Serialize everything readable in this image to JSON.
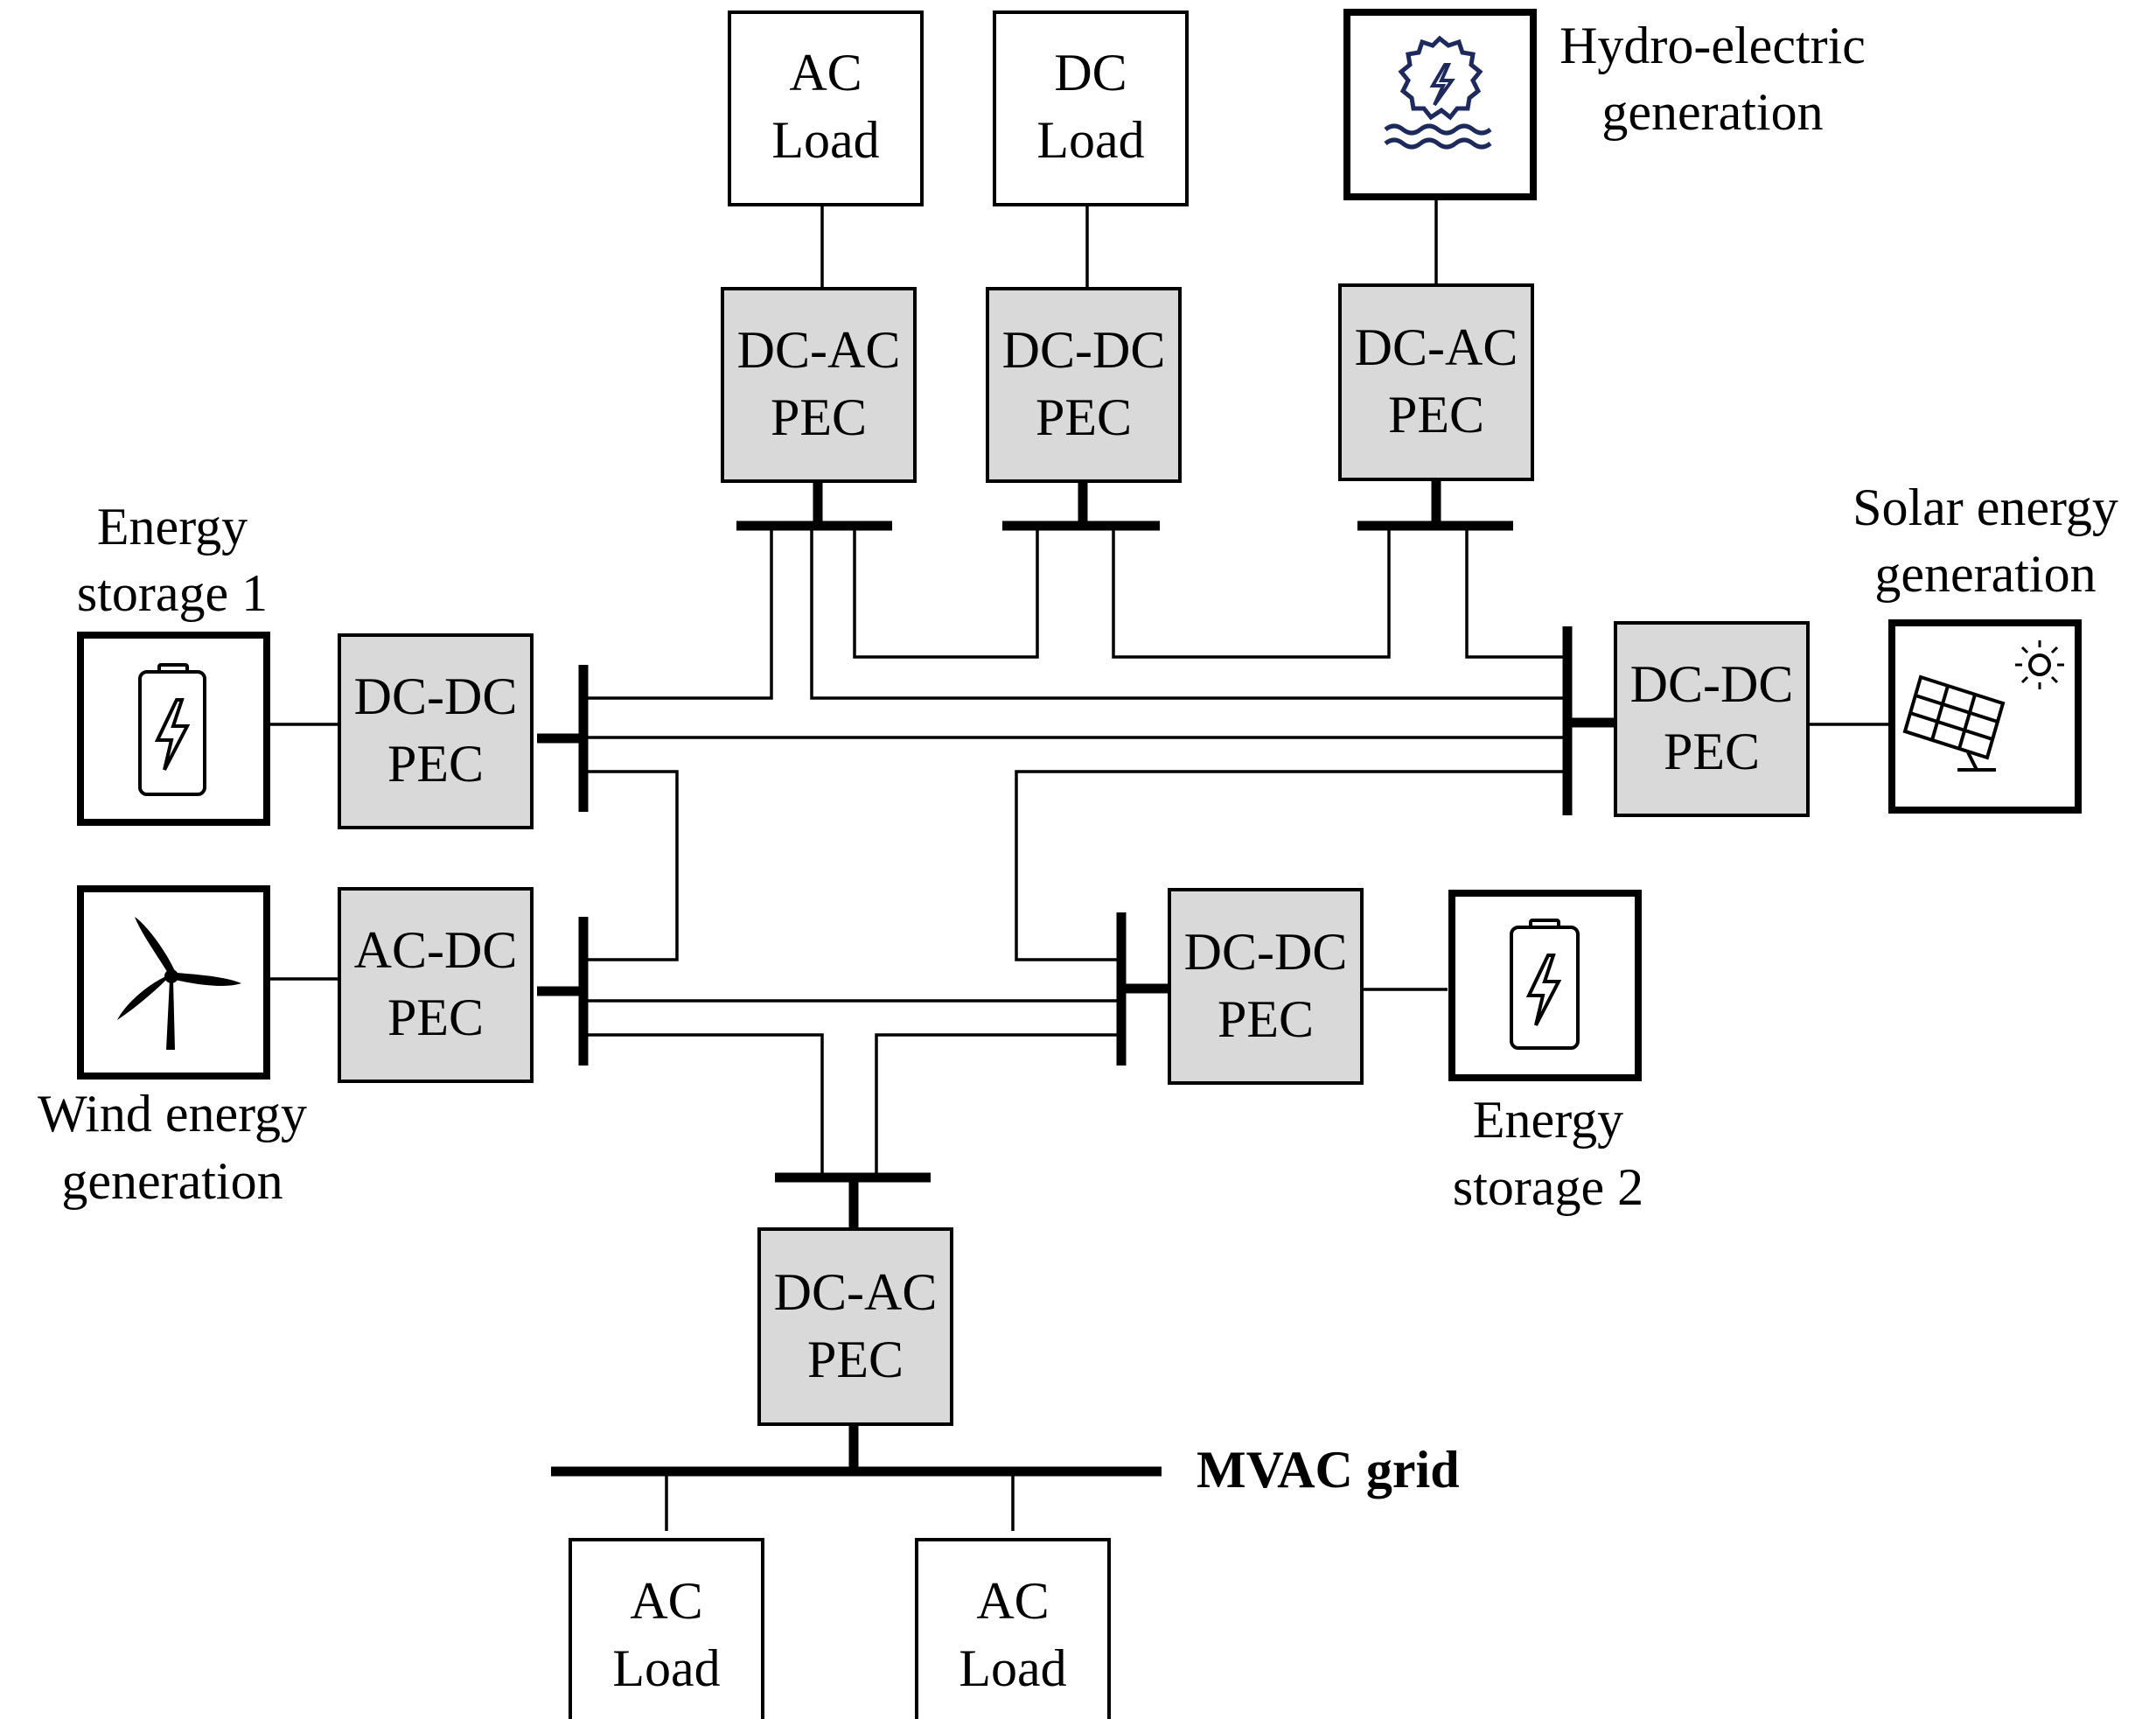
{
  "labels": {
    "ac_load": "AC Load",
    "pec_dc_ac": "DC-AC PEC",
    "pec_dc_dc": "DC-DC PEC",
    "pec_ac_dc": "AC-DC PEC",
    "dc_load": "DC Load",
    "hydro": "Hydro-electric generation",
    "solar": "Solar energy generation",
    "storage1": "Energy storage 1",
    "storage2": "Energy storage 2",
    "wind": "Wind energy generation",
    "grid": "MVAC grid"
  },
  "lines": {
    "ac": "AC",
    "load": "Load",
    "dc": "DC",
    "pec": "PEC",
    "dc_ac": "DC-AC",
    "dc_dc": "DC-DC",
    "ac_dc": "AC-DC",
    "hydro_1": "Hydro-electric",
    "hydro_2": "generation",
    "solar_1": "Solar energy",
    "solar_2": "generation",
    "storage1_1": "Energy",
    "storage1_2": "storage 1",
    "storage2_1": "Energy",
    "storage2_2": "storage 2",
    "wind_1": "Wind energy",
    "wind_2": "generation",
    "grid": "MVAC grid"
  },
  "icons": {
    "battery": "battery-icon",
    "hydro": "hydro-turbine-icon",
    "solar": "solar-panel-icon",
    "wind": "wind-turbine-icon"
  },
  "colors": {
    "converter_fill": "#d9d9d9",
    "line": "#000000",
    "background": "#ffffff"
  }
}
